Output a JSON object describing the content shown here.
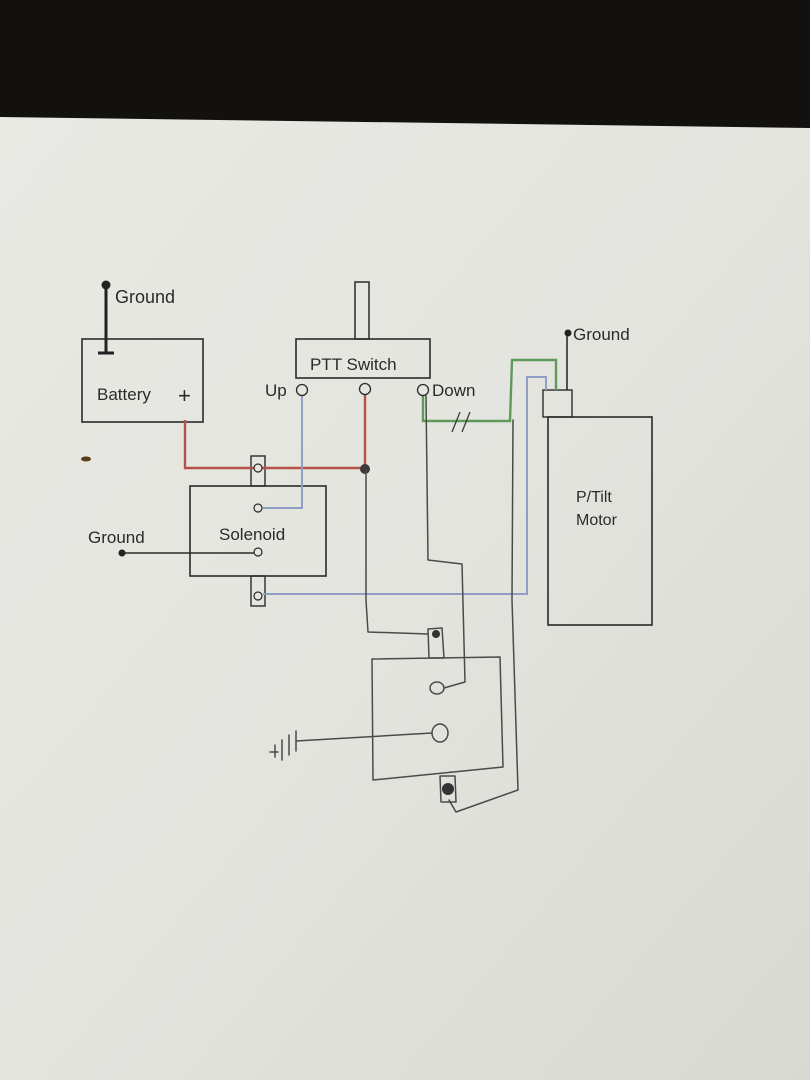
{
  "diagram": {
    "components": {
      "battery": {
        "label": "Battery",
        "terminal": "+"
      },
      "ptt_switch": {
        "label": "PTT Switch",
        "up_label": "Up",
        "down_label": "Down"
      },
      "solenoid": {
        "label": "Solenoid"
      },
      "motor": {
        "label_line1": "P/Tilt",
        "label_line2": "Motor"
      }
    },
    "grounds": {
      "battery_ground": "Ground",
      "solenoid_ground": "Ground",
      "motor_ground": "Ground"
    },
    "wire_colors": {
      "battery_positive": "#b5524a",
      "up_signal": "#8f9fc4",
      "down_signal": "#5f9a5a",
      "solenoid_output": "#8f9fc4",
      "hand_drawn": "#4a4a4a"
    }
  }
}
